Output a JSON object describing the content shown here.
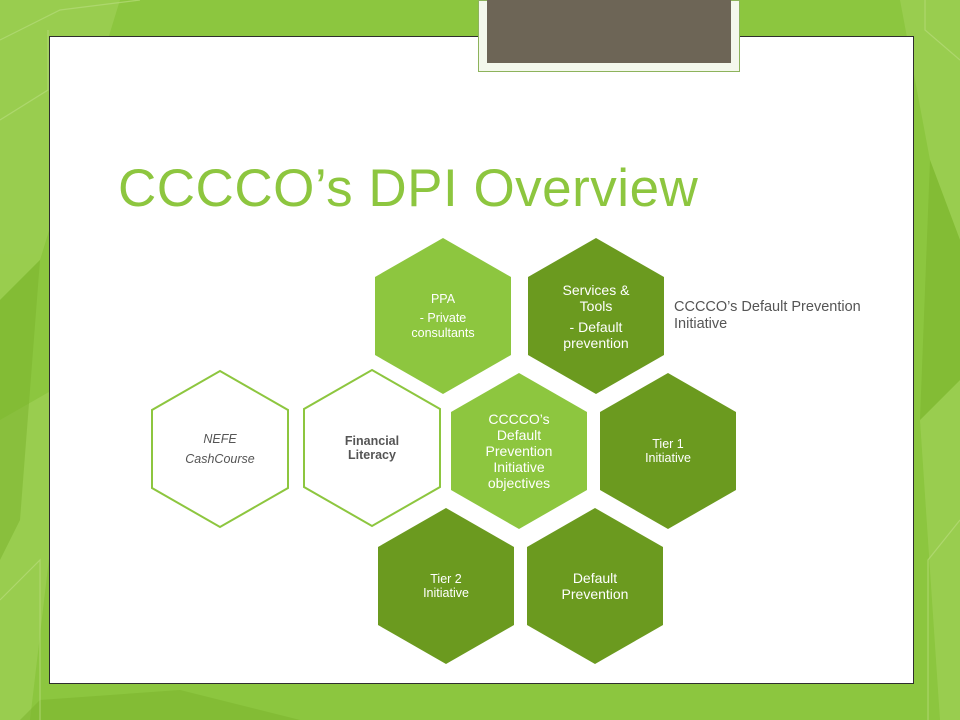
{
  "slide": {
    "title": "CCCCO’s DPI Overview",
    "caption": "CCCCO’s Default Prevention Initiative"
  },
  "colors": {
    "background_green": "#8cc63f",
    "title_green": "#8dc63f",
    "hex_center": "#8dc63f",
    "hex_dark": "#6b9a1f",
    "hex_outline": "#8dc63f",
    "tab_brown": "#6d6556"
  },
  "hexagons": {
    "center": {
      "lines": [
        "CCCCO’s",
        "Default",
        "Prevention",
        "Initiative",
        "objectives"
      ]
    },
    "ppa": {
      "lines": [
        "PPA",
        "- Private",
        "consultants"
      ]
    },
    "services": {
      "lines": [
        "Services &",
        "Tools",
        "- Default",
        "prevention"
      ]
    },
    "tier1": {
      "lines": [
        "Tier 1",
        "Initiative"
      ]
    },
    "default_prevention": {
      "lines": [
        "Default",
        "Prevention"
      ]
    },
    "tier2": {
      "lines": [
        "Tier 2",
        "Initiative"
      ]
    },
    "financial_literacy": {
      "lines": [
        "Financial",
        "Literacy"
      ]
    },
    "nefe": {
      "lines": [
        "NEFE",
        "CashCourse"
      ]
    }
  }
}
